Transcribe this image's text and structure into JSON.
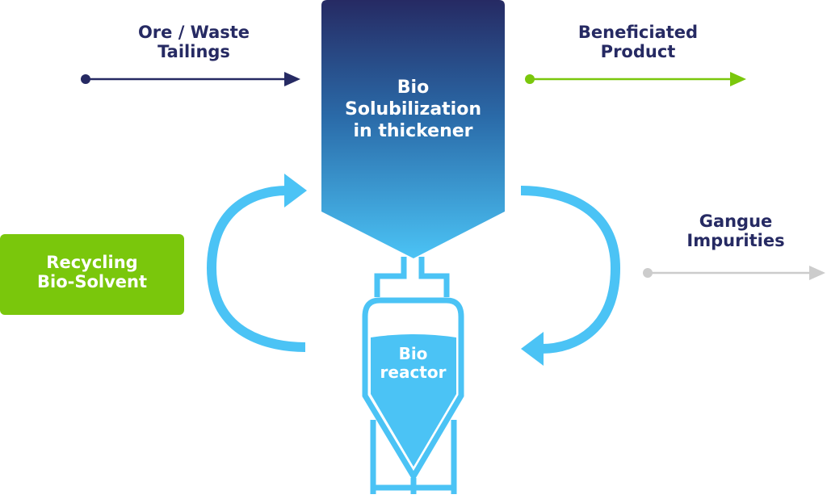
{
  "inputs": {
    "ore_line1": "Ore / Waste",
    "ore_line2": "Tailings"
  },
  "outputs": {
    "product_line1": "Beneficiated",
    "product_line2": "Product",
    "gangue_line1": "Gangue",
    "gangue_line2": "Impurities"
  },
  "thickener": {
    "line1": "Bio",
    "line2": "Solubilization",
    "line3": "in thickener"
  },
  "reactor": {
    "line1": "Bio",
    "line2": "reactor"
  },
  "recycle": {
    "line1": "Recycling",
    "line2": "Bio-Solvent"
  },
  "colors": {
    "navy": "#262a63",
    "green": "#7ac70c",
    "cyan": "#4bc3f5",
    "grey": "#cccccc"
  }
}
